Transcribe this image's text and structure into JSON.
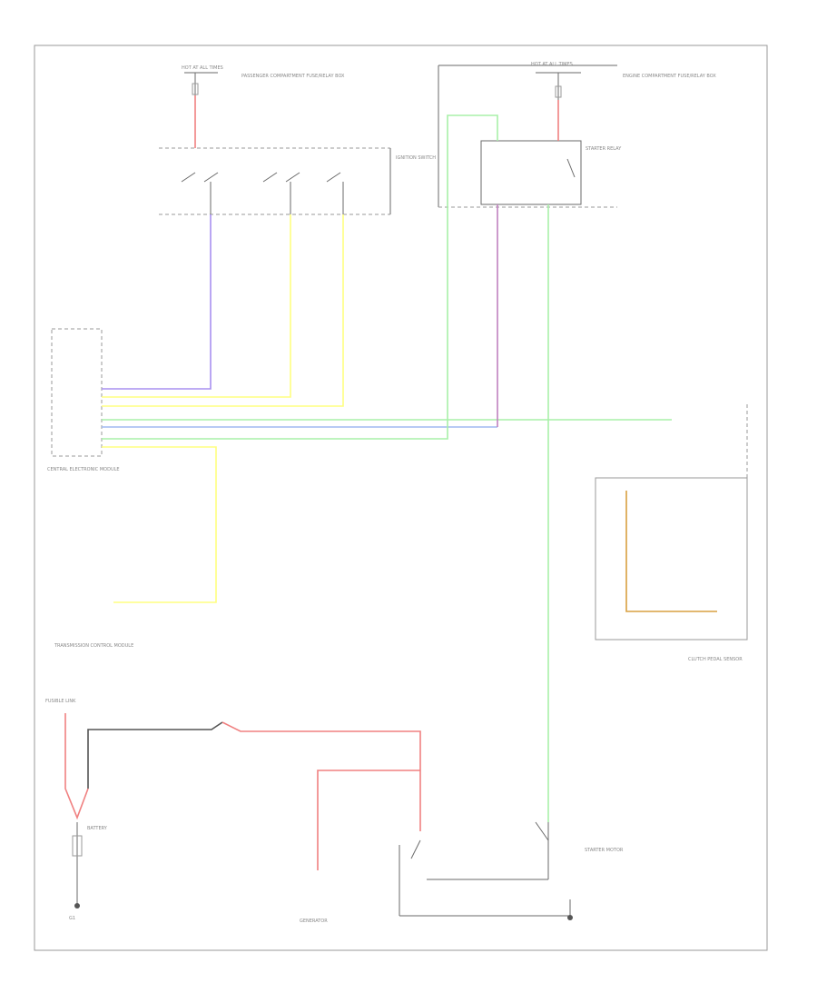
{
  "colors": {
    "red": "#f08080",
    "yellow": "#ffff80",
    "green": "#a8f0a8",
    "violet": "#a890f0",
    "purple": "#c080c0",
    "orange": "#d8a040",
    "black": "#555555",
    "gray": "#9a9a9a"
  },
  "labels": {
    "fuse_top_left": "HOT AT ALL TIMES",
    "fuse_top_right": "HOT AT ALL TIMES",
    "junction_box_left": "PASSENGER COMPARTMENT FUSE/RELAY BOX",
    "junction_box_right": "ENGINE COMPARTMENT FUSE/RELAY BOX",
    "ignition_switch": "IGNITION SWITCH",
    "starter_relay": "STARTER RELAY",
    "pcm": "CENTRAL ELECTRONIC MODULE",
    "tcm": "TRANSMISSION CONTROL MODULE",
    "clutch_sensor": "CLUTCH PEDAL SENSOR",
    "battery": "BATTERY",
    "fusible_link": "FUSIBLE LINK",
    "starter_motor": "STARTER MOTOR",
    "generator": "GENERATOR",
    "ground": "G1"
  }
}
